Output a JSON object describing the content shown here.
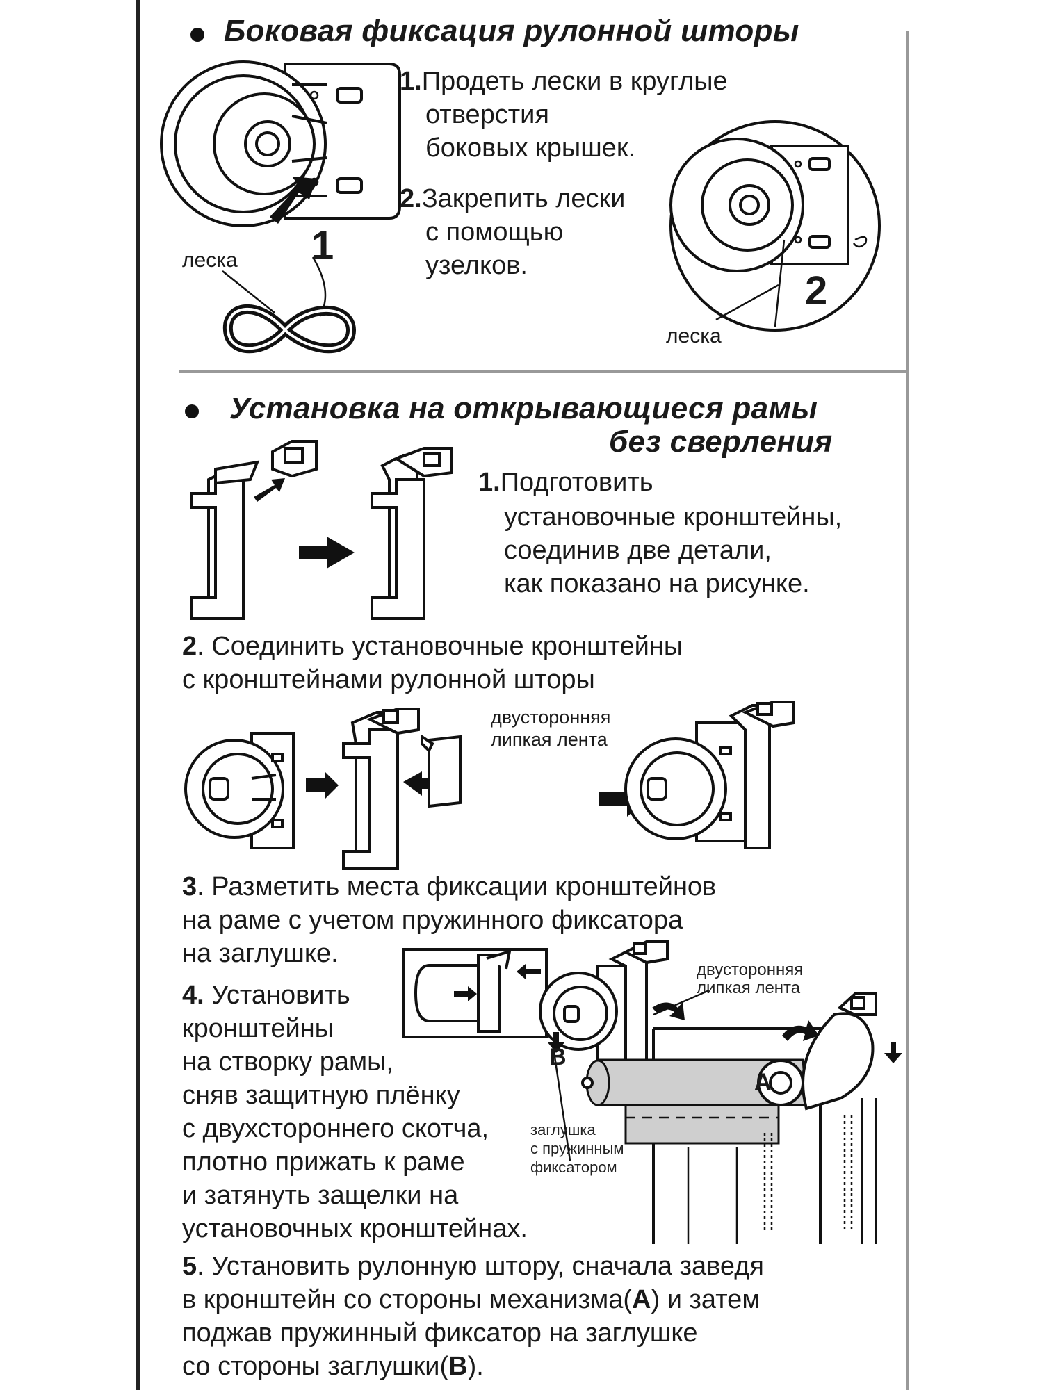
{
  "section1": {
    "heading": "Боковая фиксация рулонной шторы",
    "step1": {
      "num": "1.",
      "lines": [
        "Продеть лески в круглые",
        "отверстия",
        "боковых крышек."
      ]
    },
    "step2": {
      "num": "2.",
      "lines": [
        "Закрепить лески",
        "с помощью",
        "узелков."
      ]
    },
    "label_leska_left": "леска",
    "label_leska_right": "леска",
    "marker1": "1",
    "marker2": "2"
  },
  "section2": {
    "heading_line1": "Установка на открывающиеся рамы",
    "heading_line2": "без сверления",
    "step1": {
      "num": "1.",
      "lines": [
        "Подготовить",
        "установочные кронштейны,",
        "соединив две детали,",
        "как показано на рисунке."
      ]
    },
    "step2": {
      "num": "2",
      "rest": ". Соединить установочные кронштейны",
      "line2": "с кронштейнами рулонной шторы"
    },
    "tape_label": [
      "двусторонняя",
      "липкая лента"
    ],
    "step3": {
      "num": "3",
      "rest": ". Разметить места фиксации кронштейнов",
      "line2": "на раме с учетом пружинного фиксатора",
      "line3": "на заглушке."
    },
    "step4": {
      "num": "4.",
      "rest": " Установить",
      "lines": [
        "кронштейны",
        "на створку рамы,",
        "сняв защитную плёнку",
        "с двухстороннего скотча,",
        "плотно прижать к раме",
        "и затянуть защелки на",
        "установочных кронштейнах."
      ]
    },
    "tape_label2": [
      "двусторонняя",
      "липкая лента"
    ],
    "cap_label": [
      "заглушка",
      "с пружинным",
      "фиксатором"
    ],
    "marker_a": "A",
    "marker_b": "B",
    "step5": {
      "num": "5",
      "line1": ". Установить рулонную штору, сначала заведя",
      "line2a": "в кронштейн со стороны механизма(",
      "line2b": "A",
      "line2c": ") и затем",
      "line3": "поджав пружинный фиксатор на заглушке",
      "line4a": "со стороны заглушки(",
      "line4b": "B",
      "line4c": ")."
    }
  }
}
